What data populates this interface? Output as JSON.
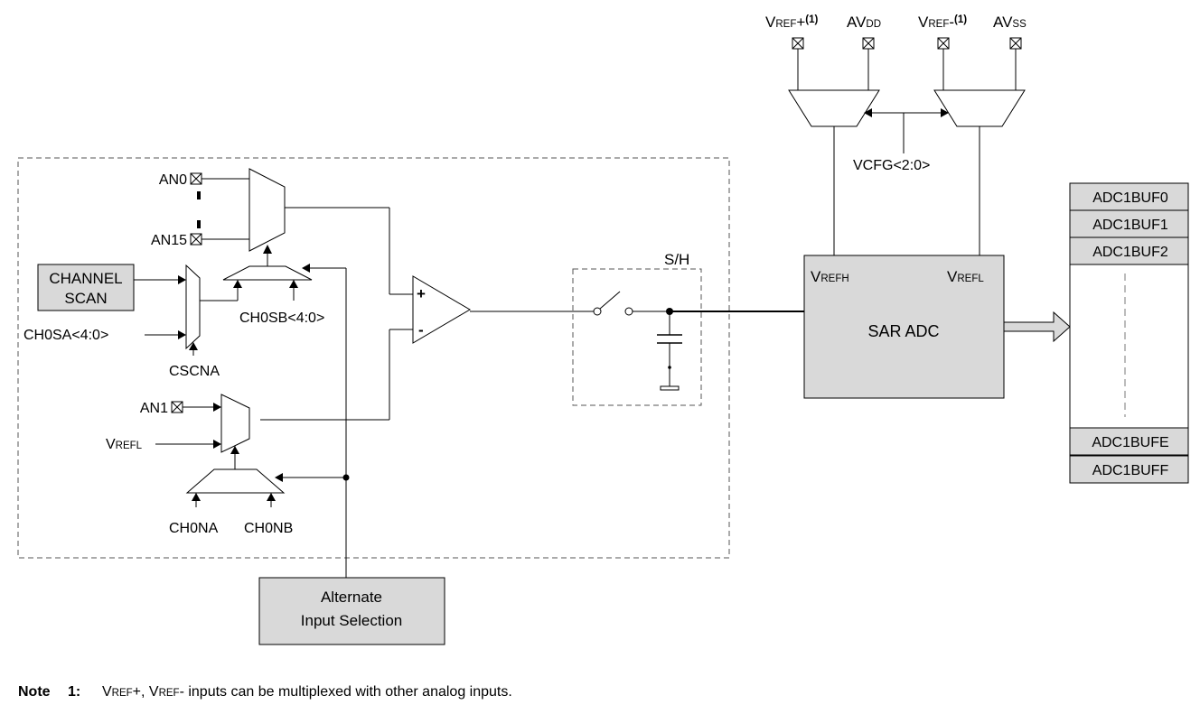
{
  "pins": {
    "vref_plus": {
      "main": "V",
      "small": "REF",
      "suffix": "+",
      "note": "(1)"
    },
    "avdd": {
      "main": "AV",
      "small": "DD"
    },
    "vref_minus": {
      "main": "V",
      "small": "REF",
      "suffix": "-",
      "note": "(1)"
    },
    "avss": {
      "main": "AV",
      "small": "SS"
    },
    "an0": "AN0",
    "an15": "AN15",
    "an1": "AN1"
  },
  "labels": {
    "vcfg": "VCFG<2:0>",
    "channel_scan_1": "CHANNEL",
    "channel_scan_2": "SCAN",
    "ch0sa": "CH0SA<4:0>",
    "ch0sb": "CH0SB<4:0>",
    "cscna": "CSCNA",
    "vrefl_in": {
      "main": "V",
      "small": "REFL"
    },
    "ch0na": "CH0NA",
    "ch0nb": "CH0NB",
    "plus": "+",
    "minus": "-",
    "sh": "S/H",
    "alt_1": "Alternate",
    "alt_2": "Input Selection"
  },
  "adc": {
    "title": "SAR ADC",
    "vrefh": {
      "main": "V",
      "small": "REFH"
    },
    "vrefl": {
      "main": "V",
      "small": "REFL"
    }
  },
  "buffers": {
    "top": [
      "ADC1BUF0",
      "ADC1BUF1",
      "ADC1BUF2"
    ],
    "bottom": [
      "ADC1BUFE",
      "ADC1BUFF"
    ]
  },
  "note": {
    "word": "Note",
    "num": "1:",
    "vref_plus": {
      "main": "V",
      "small": "REF",
      "suffix": "+"
    },
    "sep": ", ",
    "vref_minus": {
      "main": "V",
      "small": "REF",
      "suffix": "-"
    },
    "tail": " inputs can be multiplexed with other analog inputs."
  }
}
